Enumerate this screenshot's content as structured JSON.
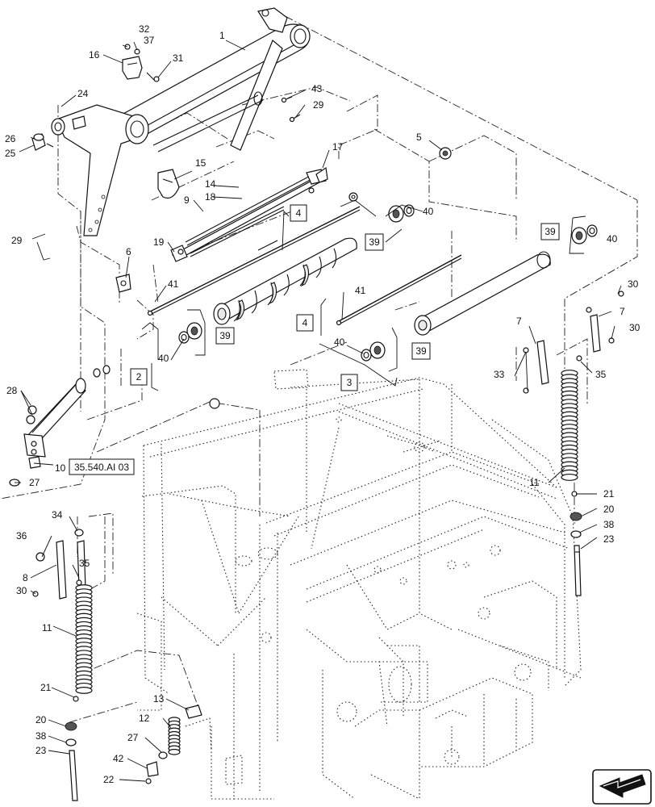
{
  "callouts": {
    "c1": "1",
    "c32": "32",
    "c37": "37",
    "c16": "16",
    "c31": "31",
    "c24": "24",
    "c26": "26",
    "c25": "25",
    "c43": "43",
    "c29a": "29",
    "c5": "5",
    "c17": "17",
    "c15": "15",
    "c14": "14",
    "c18": "18",
    "c9": "9",
    "c40a": "40",
    "c40b": "40",
    "c29b": "29",
    "c19": "19",
    "c6": "6",
    "c41a": "41",
    "c41b": "41",
    "c40c": "40",
    "c40d": "40",
    "c30a": "30",
    "c30b": "30",
    "c7a": "7",
    "c7b": "7",
    "c33": "33",
    "c35a": "35",
    "c28": "28",
    "c10": "10",
    "c27a": "27",
    "c11a": "11",
    "c21a": "21",
    "c20a": "20",
    "c38a": "38",
    "c23a": "23",
    "c34": "34",
    "c36": "36",
    "c8": "8",
    "c35b": "35",
    "c30c": "30",
    "c11b": "11",
    "c21b": "21",
    "c20b": "20",
    "c38b": "38",
    "c23b": "23",
    "c13": "13",
    "c12": "12",
    "c27b": "27",
    "c42": "42",
    "c22": "22"
  },
  "boxes": {
    "b4a": "4",
    "b39a": "39",
    "b39b": "39",
    "b39c": "39",
    "b4b": "4",
    "b39d": "39",
    "b2": "2",
    "b3": "3"
  },
  "reference": "35.540.AI 03",
  "icons": {
    "nav": "page-direction-arrow-icon"
  }
}
